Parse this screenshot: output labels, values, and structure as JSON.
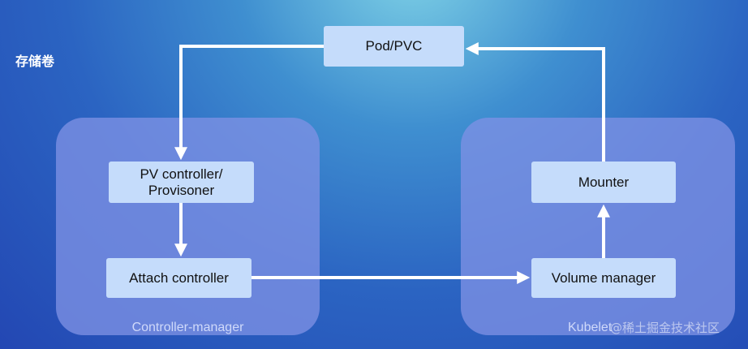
{
  "slide_title": "存储卷",
  "groups": {
    "controller_manager": "Controller-manager",
    "kubelet": "Kubelet"
  },
  "nodes": {
    "pod_pvc": "Pod/PVC",
    "pv_controller": "PV controller/\nProvisoner",
    "attach_controller": "Attach controller",
    "mounter": "Mounter",
    "volume_manager": "Volume manager"
  },
  "watermark": "@稀土掘金技术社区",
  "colors": {
    "node_fill": "#c5dcfb",
    "group_fill": "#7d91e4",
    "arrow": "#ffffff"
  }
}
